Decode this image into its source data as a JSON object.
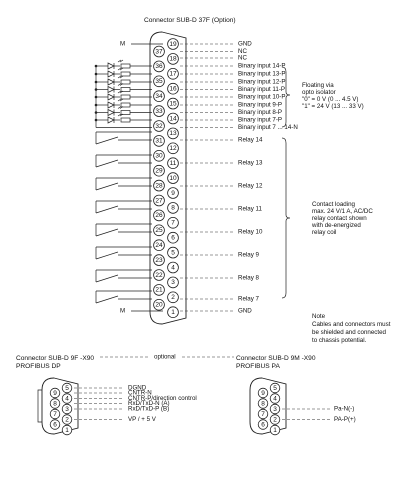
{
  "top_connector": {
    "title": "Connector SUB-D 37F (Option)",
    "m_label": "M",
    "pins_left": [
      "37",
      "36",
      "35",
      "34",
      "33",
      "32",
      "31",
      "30",
      "29",
      "28",
      "27",
      "26",
      "25",
      "24",
      "23",
      "22",
      "21",
      "20"
    ],
    "pins_right": [
      "19",
      "18",
      "17",
      "16",
      "15",
      "14",
      "13",
      "12",
      "11",
      "10",
      "9",
      "8",
      "7",
      "6",
      "5",
      "4",
      "3",
      "2",
      "1"
    ],
    "signals": [
      "GND",
      "NC",
      "NC",
      "Binary input 14-P",
      "Binary input 13-P",
      "Binary input 12-P",
      "Binary input 11-P",
      "Binary input 10-P",
      "Binary input 9-P",
      "Binary input 8-P",
      "Binary input 7-P",
      "Binary input 7 ... 14-N"
    ],
    "relay_labels": [
      "Relay 14",
      "Relay 13",
      "Relay 12",
      "Relay 11",
      "Relay 10",
      "Relay 9",
      "Relay 8",
      "Relay 7"
    ],
    "gnd_bottom": "GND",
    "m_bottom": "M",
    "floating_note": [
      "Floating via",
      "opto isolator",
      "\"0\" = 0 V (0 ... 4.5 V)",
      "\"1\" = 24 V (13 ... 33 V)"
    ],
    "contact_note": [
      "Contact loading",
      "max. 24 V/1 A, AC/DC",
      "relay contact shown",
      "with de-energized",
      "relay coil"
    ]
  },
  "cable_note": [
    "Note",
    "Cables and connectors must",
    "be shielded and connected",
    "to chassis potential."
  ],
  "profibus_dp": {
    "title": [
      "Connector SUB-D 9F -X90",
      "PROFIBUS DP"
    ],
    "pins_left": [
      "9",
      "8",
      "7",
      "6"
    ],
    "pins_right": [
      "5",
      "4",
      "3",
      "2",
      "1"
    ],
    "signals": [
      "DGND",
      "CNTR-N",
      "CNTR-P/direction control",
      "RxD/TxD-N (A)",
      "RxD/TxD-P (B)",
      "VP / + 5 V"
    ]
  },
  "optional_label": "optional",
  "profibus_pa": {
    "title": [
      "Connector SUB-D 9M -X90",
      "PROFIBUS PA"
    ],
    "pins_left": [
      "9",
      "8",
      "7",
      "6"
    ],
    "pins_right": [
      "5",
      "4",
      "3",
      "2",
      "1"
    ],
    "signals": [
      "Pa-N(-)",
      "PA-P(+)"
    ]
  }
}
